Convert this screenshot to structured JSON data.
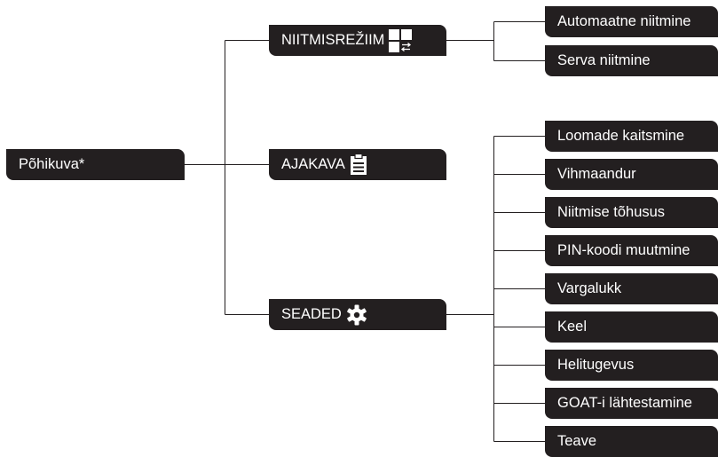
{
  "root": {
    "label": "Põhikuva*"
  },
  "categories": [
    {
      "label": "NIITMISREŽIIM",
      "icon": "mowing-mode-icon",
      "items": [
        "Automaatne niitmine",
        "Serva niitmine"
      ]
    },
    {
      "label": "AJAKAVA",
      "icon": "schedule-clipboard-icon",
      "items": []
    },
    {
      "label": "SEADED",
      "icon": "gear-icon",
      "items": [
        "Loomade kaitsmine",
        "Vihmaandur",
        "Niitmise tõhusus",
        "PIN-koodi muutmine",
        "Vargalukk",
        "Keel",
        "Helitugevus",
        "GOAT-i lähtestamine",
        "Teave"
      ]
    }
  ],
  "colors": {
    "node_fill": "#231f20",
    "node_text": "#ffffff",
    "connector": "#231f20"
  }
}
